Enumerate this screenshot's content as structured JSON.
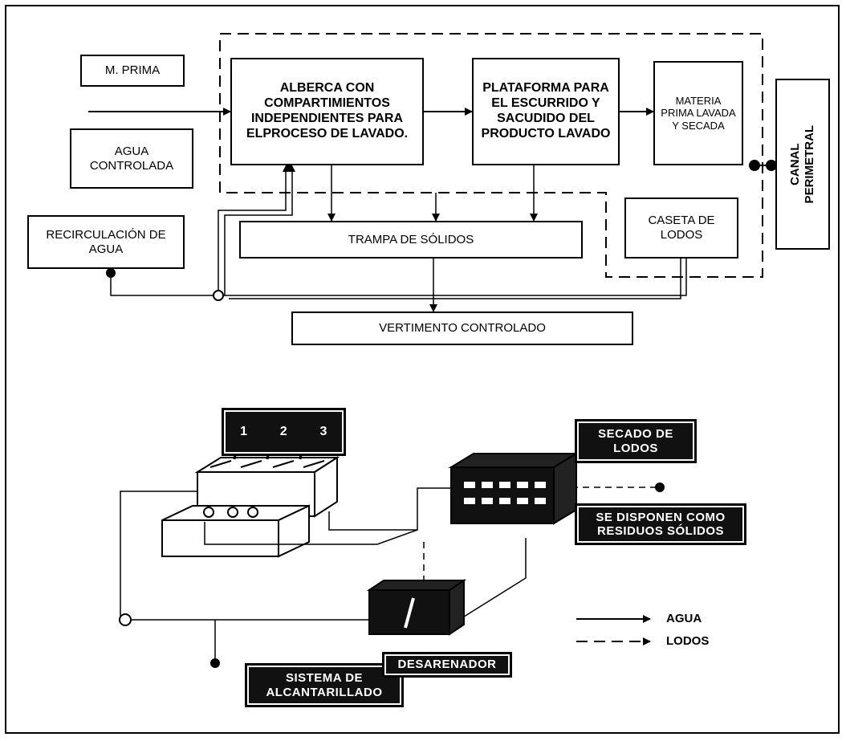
{
  "top_flow": {
    "m_prima": "M. PRIMA",
    "agua_controlada": "AGUA CONTROLADA",
    "alberca": "ALBERCA CON COMPARTIMIENTOS INDEPENDIENTES PARA ELPROCESO DE LAVADO.",
    "plataforma": "PLATAFORMA PARA EL ESCURRIDO Y SACUDIDO DEL PRODUCTO LAVADO",
    "materia_prima": "MATERIA PRIMA LAVADA Y SECADA",
    "canal": "CANAL PERIMETRAL",
    "caseta": "CASETA DE LODOS",
    "recirculacion": "RECIRCULACIÓN DE AGUA",
    "trampa": "TRAMPA DE SÓLIDOS",
    "vertimento": "VERTIMENTO CONTROLADO"
  },
  "bottom_diagram": {
    "compartments": [
      "1",
      "2",
      "3"
    ],
    "secado": "SECADO DE LODOS",
    "residuos": "SE DISPONEN COMO RESIDUOS SÓLIDOS",
    "sistema": "SISTEMA DE ALCANTARILLADO",
    "desarenador": "DESARENADOR"
  },
  "legend": {
    "agua": "AGUA",
    "lodos": "LODOS"
  }
}
